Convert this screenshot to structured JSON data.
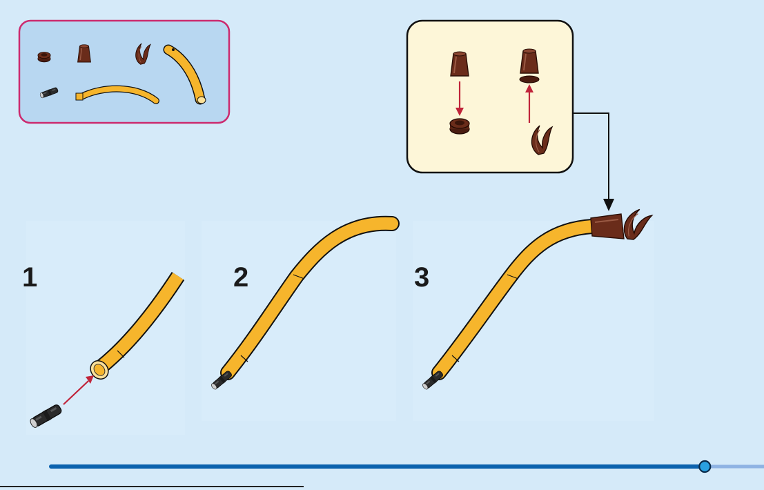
{
  "parts_box": {
    "items": [
      "round-plate-icon",
      "cone-icon",
      "plant-leaves-icon",
      "flex-tube-long-icon",
      "technic-pin-icon",
      "flex-tube-curved-icon"
    ]
  },
  "steps": [
    {
      "number": "1"
    },
    {
      "number": "2"
    },
    {
      "number": "3"
    }
  ],
  "callout": {
    "items": [
      "cone-icon",
      "round-plate-icon",
      "cone-icon",
      "plant-leaves-icon"
    ]
  },
  "progress": {
    "fraction": 0.917
  },
  "colors": {
    "background": "#d5eaf9",
    "parts_border": "#cc2a6e",
    "parts_fill": "#b8d7f1",
    "callout_fill": "#fdf6d8",
    "tube": "#f6b52c",
    "brown": "#6a2c1a",
    "arrow": "#c0243a",
    "progress": "#0b62ae"
  }
}
